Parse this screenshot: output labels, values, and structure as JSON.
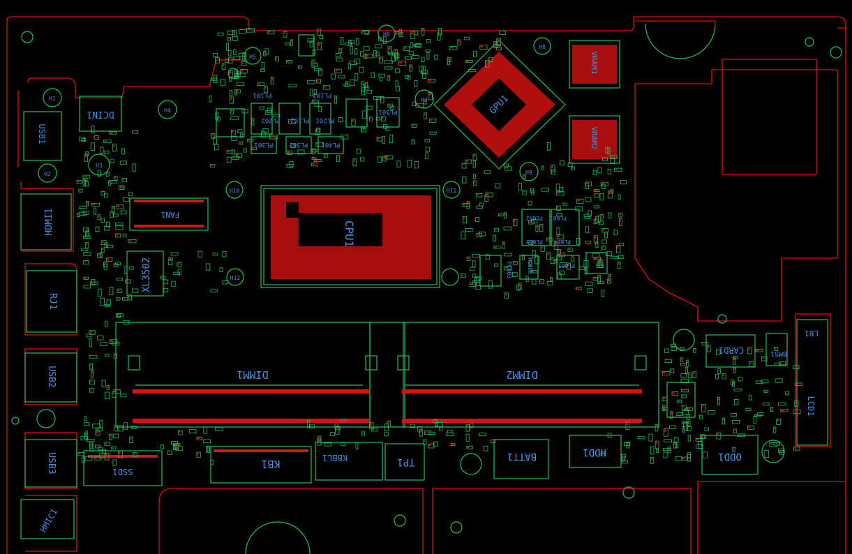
{
  "view": "pcb-layout",
  "colors": {
    "background": "#000000",
    "board_outline": "#d11111",
    "silkscreen": "#1ec25a",
    "copper_pads": "#d11111",
    "labels": "#4a8fe0"
  },
  "components": [
    {
      "ref": "DCIN1",
      "label": "DCIN1"
    },
    {
      "ref": "USB1",
      "label": "USB1"
    },
    {
      "ref": "HDMI1",
      "label": "HDMI1"
    },
    {
      "ref": "RJ1",
      "label": "RJ1"
    },
    {
      "ref": "USB2",
      "label": "USB2"
    },
    {
      "ref": "USB3",
      "label": "USB3"
    },
    {
      "ref": "CPU1",
      "label": "CPU1"
    },
    {
      "ref": "GPU1",
      "label": "GPU1"
    },
    {
      "ref": "DIMM1",
      "label": "DIMM1"
    },
    {
      "ref": "DIMM2",
      "label": "DIMM2"
    },
    {
      "ref": "KB1",
      "label": "KB1"
    },
    {
      "ref": "KBBL1",
      "label": "KBBL1"
    },
    {
      "ref": "TP1",
      "label": "TP1"
    },
    {
      "ref": "BATT1",
      "label": "BATT1"
    },
    {
      "ref": "HDD1",
      "label": "HDD1"
    },
    {
      "ref": "ODD1",
      "label": "ODD1"
    },
    {
      "ref": "LCD1",
      "label": "LCD1"
    },
    {
      "ref": "SSD1",
      "label": "SSD1"
    },
    {
      "ref": "FAN1",
      "label": "FAN1"
    },
    {
      "ref": "XL3502",
      "label": "XL3502"
    },
    {
      "ref": "HMIC1",
      "label": "HMIC1"
    },
    {
      "ref": "LB1",
      "label": "LB1"
    },
    {
      "ref": "BMS1",
      "label": "BMS1"
    },
    {
      "ref": "CARD1",
      "label": "CARD1"
    },
    {
      "ref": "VRAM1",
      "label": "VRAM1"
    },
    {
      "ref": "VRAM2",
      "label": "VRAM2"
    },
    {
      "ref": "PL101",
      "label": "PL101"
    },
    {
      "ref": "PL102",
      "label": "PL102"
    },
    {
      "ref": "PL103",
      "label": "PL103"
    },
    {
      "ref": "PL201",
      "label": "PL201"
    },
    {
      "ref": "PL202",
      "label": "PL202"
    },
    {
      "ref": "PL301",
      "label": "PL301"
    },
    {
      "ref": "PL302",
      "label": "PL302"
    },
    {
      "ref": "PL401",
      "label": "PL401"
    },
    {
      "ref": "PL501",
      "label": "PL501"
    },
    {
      "ref": "PL601",
      "label": "PL601"
    },
    {
      "ref": "PL602",
      "label": "PL602"
    },
    {
      "ref": "PL603",
      "label": "PL603"
    },
    {
      "ref": "PL604",
      "label": "PL604"
    },
    {
      "ref": "PL605",
      "label": "PL605"
    },
    {
      "ref": "PL606",
      "label": "PL606"
    },
    {
      "ref": "PL607",
      "label": "PL607"
    }
  ],
  "mounting_holes": [
    {
      "label": "H1"
    },
    {
      "label": "H2"
    },
    {
      "label": "H3"
    },
    {
      "label": "H4"
    },
    {
      "label": "H5"
    },
    {
      "label": "H6"
    },
    {
      "label": "H7"
    },
    {
      "label": "H8"
    },
    {
      "label": "H9"
    },
    {
      "label": "H10"
    },
    {
      "label": "H11"
    },
    {
      "label": "H12"
    }
  ]
}
